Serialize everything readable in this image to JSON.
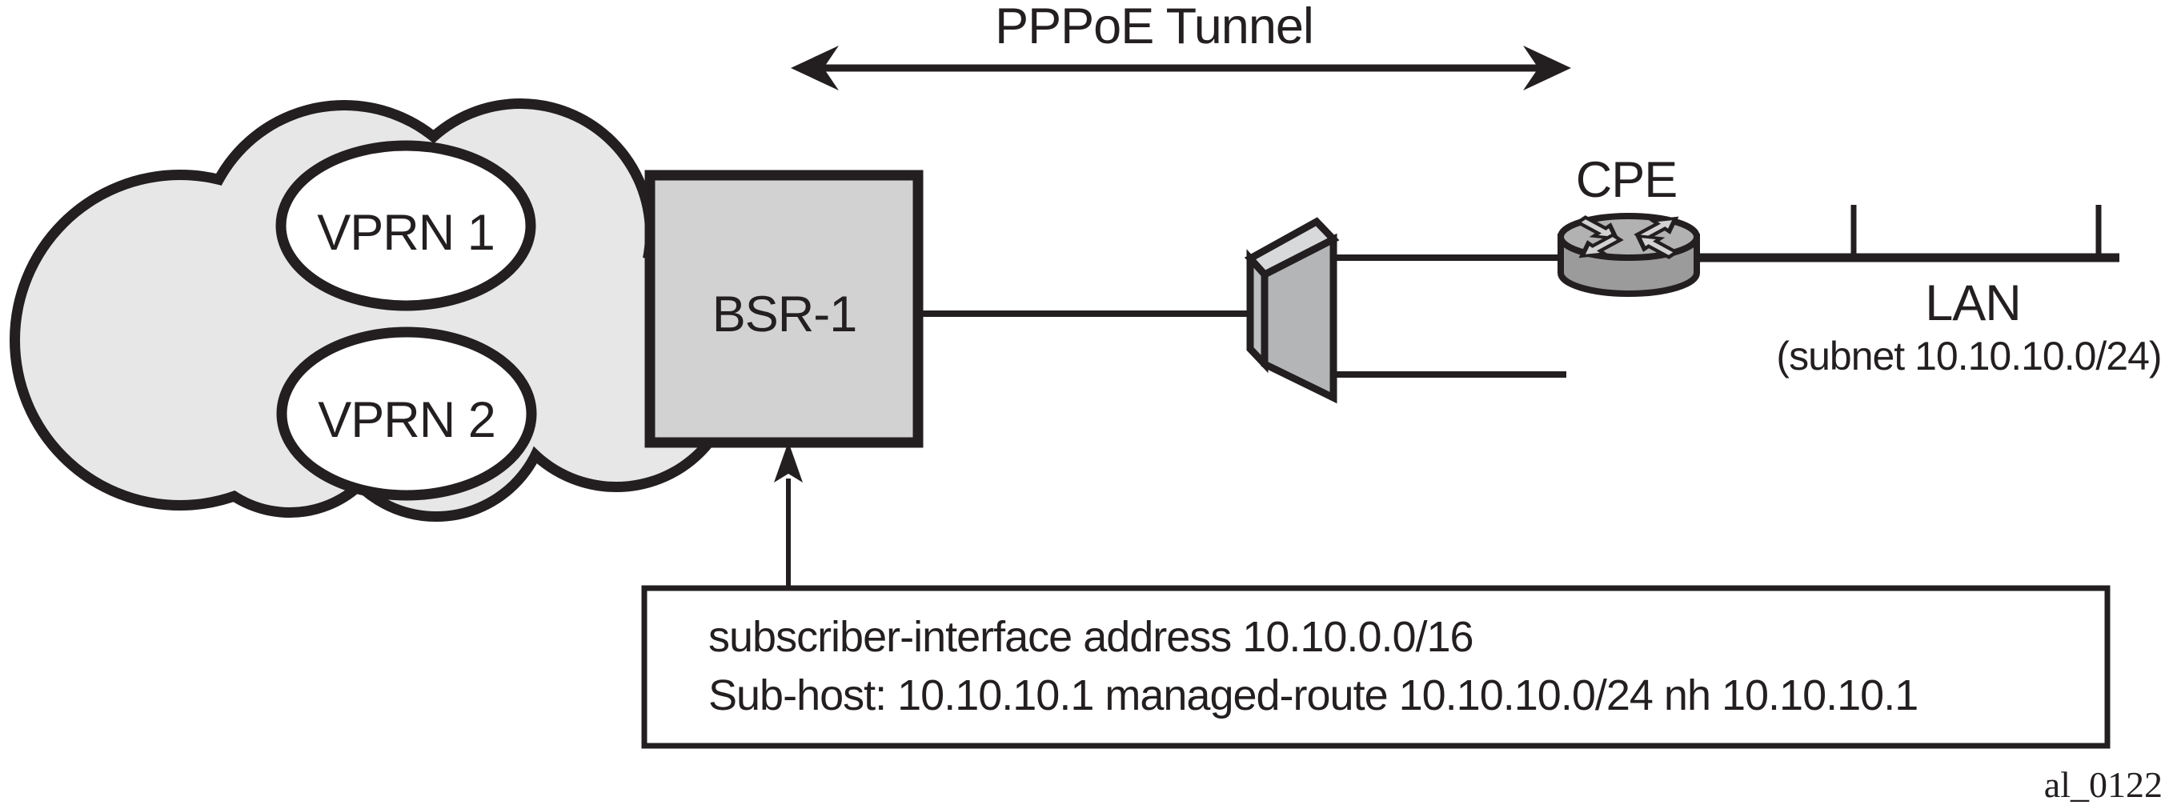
{
  "colors": {
    "ink": "#231f20",
    "cloud_fill": "#e7e7e8",
    "node_fill": "#d2d2d3",
    "ellipse_fill": "#ffffff",
    "wedge_top": "#d8d9da",
    "wedge_side": "#bdbfc1",
    "wedge_front": "#b3b5b7",
    "router_top": "#b2b2b2",
    "router_side": "#9b9b9b",
    "router_arrow": "#d2d2d2",
    "note_fill": "#ffffff"
  },
  "labels": {
    "tunnel": "PPPoE Tunnel",
    "vprn1": "VPRN 1",
    "vprn2": "VPRN 2",
    "bsr": "BSR-1",
    "cpe": "CPE",
    "lan": "LAN",
    "lan_subnet": "(subnet 10.10.10.0/24)",
    "figure_id": "al_0122"
  },
  "note": {
    "line1": "subscriber-interface address 10.10.0.0/16",
    "line2": "Sub-host: 10.10.10.1 managed-route 10.10.10.0/24 nh 10.10.10.1"
  }
}
